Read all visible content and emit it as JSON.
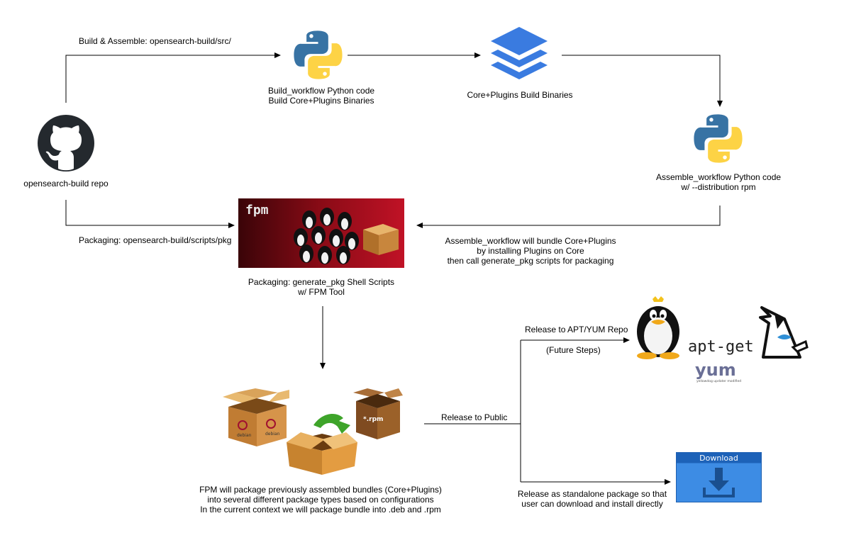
{
  "labels": {
    "build_assemble": "Build & Assemble: opensearch-build/src/",
    "build_workflow_1": "Build_workflow Python code",
    "build_workflow_2": "Build Core+Plugins Binaries",
    "binaries": "Core+Plugins Build Binaries",
    "repo": "opensearch-build repo",
    "assemble_workflow_1": "Assemble_workflow Python code",
    "assemble_workflow_2": "w/ --distribution rpm",
    "packaging_path": "Packaging: opensearch-build/scripts/pkg",
    "bundle_1": "Assemble_workflow will bundle Core+Plugins",
    "bundle_2": "by installing Plugins on Core",
    "bundle_3": "then call generate_pkg scripts for packaging",
    "generate_pkg_1": "Packaging: generate_pkg Shell Scripts",
    "generate_pkg_2": "w/ FPM Tool",
    "release_repo": "Release to APT/YUM Repo",
    "future_steps": "(Future Steps)",
    "release_public": "Release to Public",
    "standalone_1": "Release as standalone package so that",
    "standalone_2": "user can download and install directly",
    "fpm_desc_1": "FPM will package previously assembled bundles (Core+Plugins)",
    "fpm_desc_2": "into several different package types based on configurations",
    "fpm_desc_3": "In the current context we will package bundle into .deb and .rpm"
  },
  "images": {
    "fpm_logo": "fpm",
    "debian_text": "debian",
    "rpm_text": "*.rpm",
    "apt_get_text": "apt-get",
    "yum_text": "yum",
    "yum_sub_text": "yellowdog updater modified",
    "download_text": "Download"
  },
  "colors": {
    "python_blue": "#3873a4",
    "python_yellow": "#fdd345",
    "layers_blue": "#3a7be0",
    "github_dark": "#24292e",
    "download_blue": "#2f7fd8",
    "box_brown": "#c8863d",
    "fpm_red": "#7a0a12"
  },
  "icons": [
    "python-icon",
    "layers-icon",
    "github-icon",
    "fpm-banner",
    "package-boxes",
    "tux-icon",
    "apt-get-logo",
    "yum-logo",
    "jaxb-duke-icon",
    "download-icon"
  ]
}
